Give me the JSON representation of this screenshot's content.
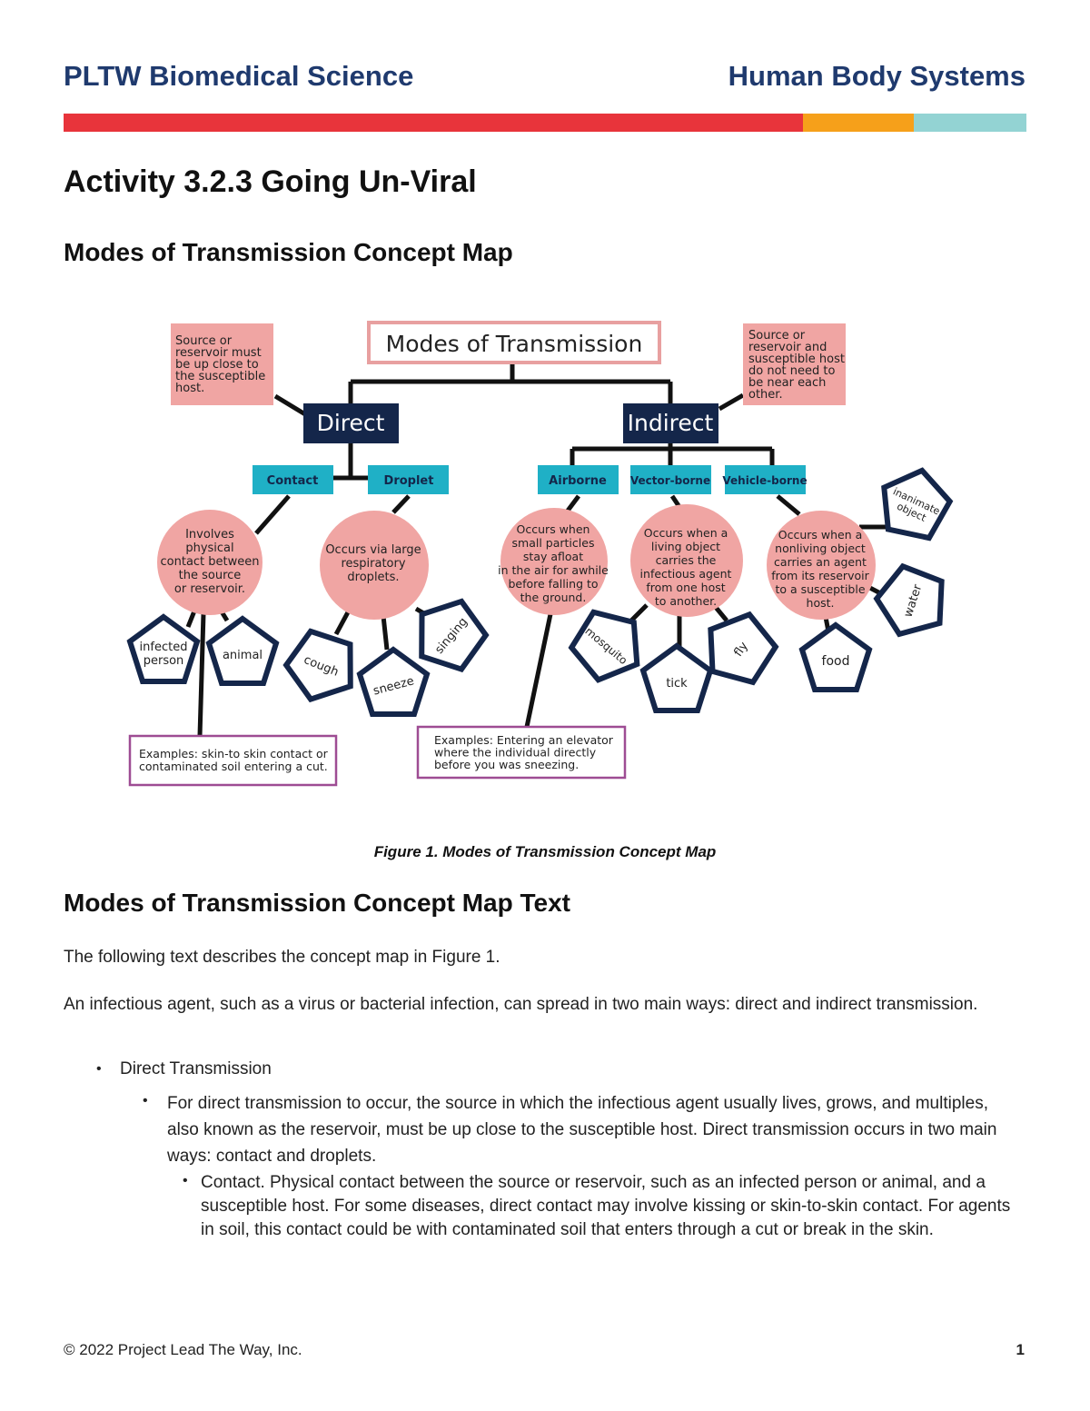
{
  "header": {
    "left": "PLTW Biomedical Science",
    "right": "Human Body Systems",
    "colors": {
      "title": "#1f3a6e",
      "red": "#e8343b",
      "orange": "#f6a01a",
      "teal": "#93d3d3"
    }
  },
  "title": "Activity 3.2.3 Going Un-Viral",
  "section1": "Modes of Transmission Concept Map",
  "map": {
    "root": "Modes of Transmission",
    "direct": "Direct",
    "indirect": "Indirect",
    "note_direct": [
      "Source or",
      "reservoir must",
      "be up close to",
      "the susceptible",
      "host."
    ],
    "note_indirect": [
      "Source or",
      "reservoir and",
      "susceptible host",
      "do not need to",
      "be near each",
      "other."
    ],
    "cat_contact": "Contact",
    "cat_droplet": "Droplet",
    "cat_airborne": "Airborne",
    "cat_vector": "Vector-borne",
    "cat_vehicle": "Vehicle-borne",
    "circle_contact": [
      "Involves",
      "physical",
      "contact between",
      "the source",
      "or reservoir."
    ],
    "circle_droplet": [
      "Occurs via large",
      "respiratory",
      "droplets."
    ],
    "circle_airborne": [
      "Occurs when",
      "small particles",
      "stay afloat",
      "in the air for awhile",
      "before falling to",
      "the ground."
    ],
    "circle_vector": [
      "Occurs when a",
      "living object",
      "carries the",
      "infectious agent",
      "from one host",
      "to another."
    ],
    "circle_vehicle": [
      "Occurs when a",
      "nonliving object",
      "carries an agent",
      "from its reservoir",
      "to a susceptible",
      "host."
    ],
    "pent_infected": [
      "infected",
      "person"
    ],
    "pent_animal": "animal",
    "pent_cough": "cough",
    "pent_sneeze": "sneeze",
    "pent_singing": "singing",
    "pent_mosquito": "mosquito",
    "pent_tick": "tick",
    "pent_fly": "fly",
    "pent_food": "food",
    "pent_water": "water",
    "pent_inanimate": [
      "inanimate",
      "object"
    ],
    "example_contact": [
      "Examples: skin-to skin contact or",
      "contaminated soil entering a cut."
    ],
    "example_airborne": [
      "Examples: Entering an elevator",
      "where the individual directly",
      "before you was sneezing."
    ],
    "colors": {
      "navy": "#14264a",
      "teal": "#1fb0c6",
      "salmon": "#f0a5a3",
      "plum": "#9e4c93",
      "rose": "#e8a0a0"
    }
  },
  "caption": "Figure 1. Modes of Transmission Concept Map",
  "section2": "Modes of Transmission Concept Map Text",
  "p1": "The following text describes the concept map in Figure 1.",
  "p2": "An infectious agent, such as a virus or bacterial infection, can spread in two main ways: direct and indirect transmission.",
  "list": {
    "l1": "Direct Transmission",
    "l2": "For direct transmission to occur, the source in which the infectious agent usually lives, grows, and multiples, also known as the reservoir, must be up close to the susceptible host. Direct transmission occurs in two main ways: contact and droplets.",
    "l3": "Contact. Physical contact between the source or reservoir, such as an infected person or animal, and a susceptible host. For some diseases, direct contact may involve kissing or skin-to-skin contact. For agents in soil, this contact could be with contaminated soil that enters through a cut or break in the skin."
  },
  "footer": "© 2022 Project Lead The Way, Inc.",
  "page_number": "1"
}
